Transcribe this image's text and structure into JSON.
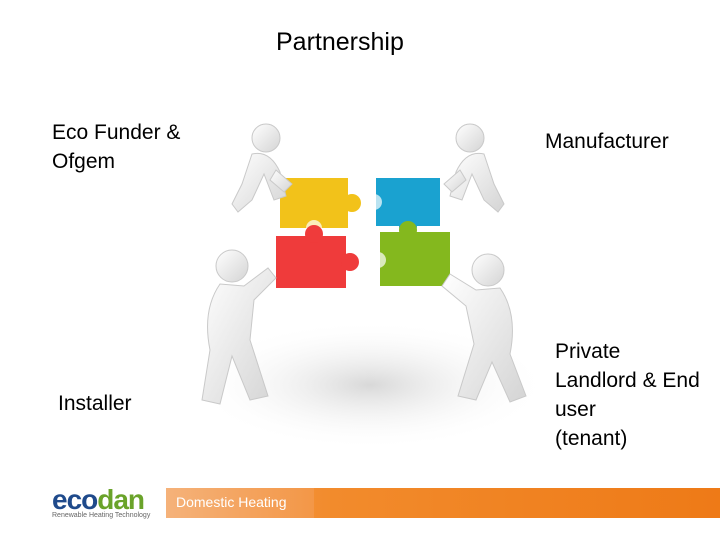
{
  "slide": {
    "title": "Partnership",
    "labels": {
      "top_left": "Eco Funder & Ofgem",
      "top_right": "Manufacturer",
      "bottom_left": "Installer",
      "bottom_right_line1": "Private",
      "bottom_right_line2": "Landlord & End",
      "bottom_right_line3": "user",
      "bottom_right_line4": "(tenant)"
    }
  },
  "illustration": {
    "description_icon": "people-assembling-puzzle-icon",
    "piece_colors": {
      "yellow": "#f2c21a",
      "blue": "#1aa2d0",
      "red": "#ef3b3b",
      "green": "#84b81e"
    }
  },
  "footer": {
    "logo_part1": "eco",
    "logo_part2": "dan",
    "logo_tagline": "Renewable Heating Technology",
    "section": "Domestic Heating",
    "colors": {
      "brand_blue": "#1f4a8b",
      "brand_green": "#6aa32a",
      "band_orange": "#ee7a17"
    }
  }
}
